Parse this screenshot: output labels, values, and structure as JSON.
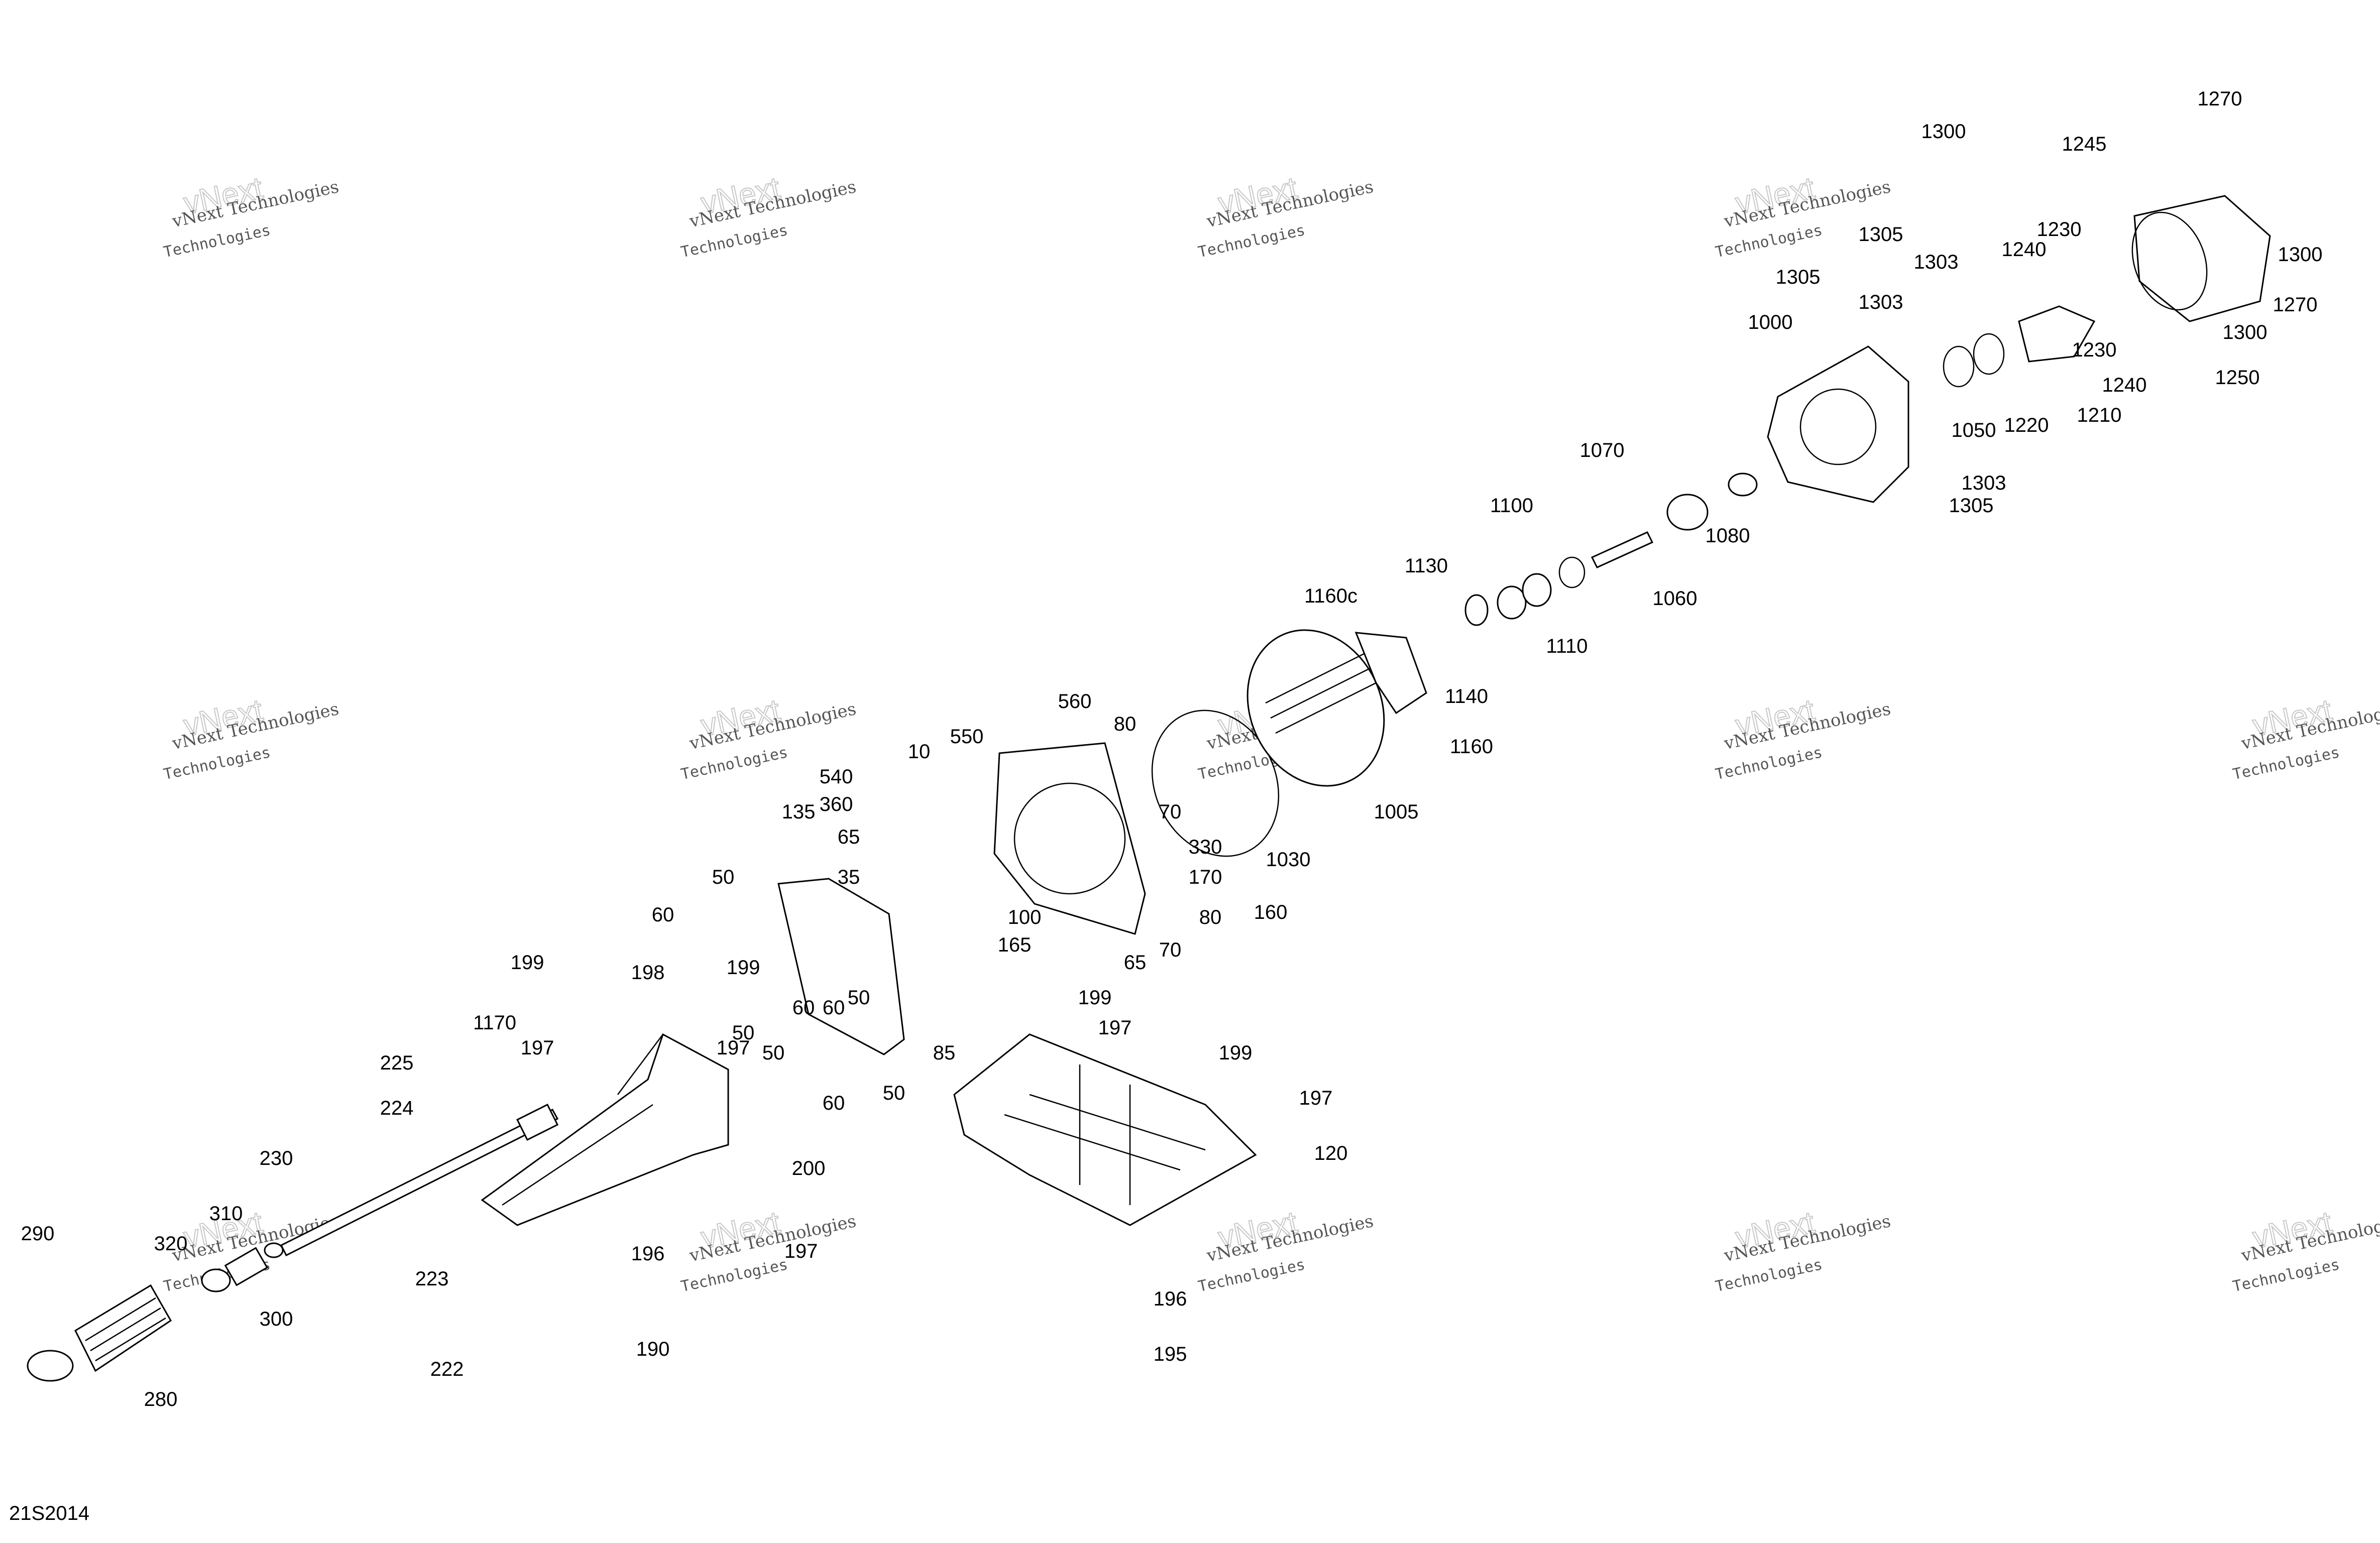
{
  "drawing_number": "21S2014",
  "watermark": {
    "line1": "vNext Technologies",
    "line2": "vNext",
    "line3": "Technologies"
  },
  "callouts": [
    "10",
    "35",
    "50",
    "50",
    "50",
    "50",
    "50",
    "60",
    "60",
    "60",
    "60",
    "65",
    "65",
    "70",
    "70",
    "80",
    "80",
    "85",
    "100",
    "120",
    "135",
    "160",
    "165",
    "170",
    "190",
    "195",
    "196",
    "196",
    "197",
    "197",
    "197",
    "197",
    "197",
    "198",
    "199",
    "199",
    "199",
    "199",
    "200",
    "222",
    "223",
    "224",
    "225",
    "230",
    "280",
    "290",
    "300",
    "310",
    "320",
    "330",
    "360",
    "540",
    "550",
    "560",
    "1000",
    "1005",
    "1030",
    "1050",
    "1060",
    "1070",
    "1080",
    "1100",
    "1110",
    "1130",
    "1140",
    "1160",
    "1160c",
    "1170",
    "1210",
    "1220",
    "1230",
    "1230",
    "1240",
    "1240",
    "1245",
    "1250",
    "1270",
    "1270",
    "1300",
    "1300",
    "1300",
    "1303",
    "1303",
    "1303",
    "1305",
    "1305",
    "1305"
  ]
}
